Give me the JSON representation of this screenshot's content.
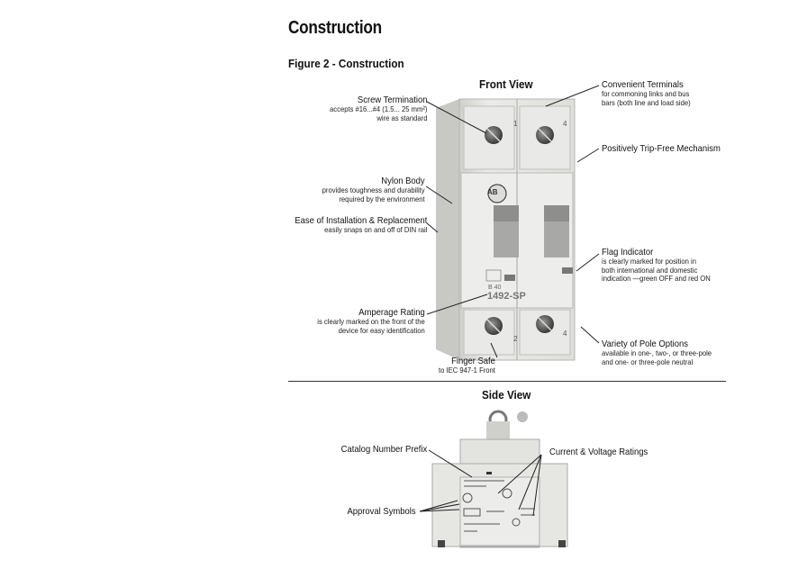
{
  "section_title": "Construction",
  "figure_title": "Figure 2 - Construction",
  "front_view": {
    "title": "Front View",
    "labels": {
      "screw_termination": {
        "title": "Screw Termination",
        "desc": [
          "accepts #16...#4 (1.5... 25 mm²)",
          "wire as standard"
        ]
      },
      "nylon_body": {
        "title": "Nylon Body",
        "desc": [
          "provides toughness and durability",
          "required by the environment"
        ]
      },
      "ease_install": {
        "title": "Ease of Installation & Replacement",
        "desc": [
          "easily snaps on and off of DIN rail"
        ]
      },
      "amperage_rating": {
        "title": "Amperage Rating",
        "desc": [
          "is clearly marked on the front of the",
          "device for easy identification"
        ]
      },
      "finger_safe": {
        "title": "Finger Safe",
        "desc": [
          "to IEC 947-1 Front"
        ]
      },
      "convenient_terminals": {
        "title": "Convenient Terminals",
        "desc": [
          "for commoning links and bus",
          "bars (both line and load side)"
        ]
      },
      "trip_free": {
        "title": "Positively Trip-Free Mechanism",
        "desc": []
      },
      "flag_indicator": {
        "title": "Flag Indicator",
        "desc": [
          "is clearly marked for position in",
          "both international and domestic",
          "indication —green OFF and red ON"
        ]
      },
      "pole_options": {
        "title": "Variety of Pole Options",
        "desc": [
          "available in one-, two-, or three-pole",
          "and one- or three-pole neutral"
        ]
      }
    },
    "device_text": {
      "top_left_num": "1",
      "top_right_num": "4",
      "bottom_left_num": "2",
      "bottom_right_num": "4",
      "model": "1492-SP",
      "rating": "B 40",
      "logo": "AB"
    }
  },
  "side_view": {
    "title": "Side View",
    "labels": {
      "catalog_prefix": "Catalog Number Prefix",
      "current_voltage": "Current & Voltage Ratings",
      "approval_symbols": "Approval Symbols"
    }
  },
  "colors": {
    "device_body": "#e4e4e2",
    "device_shadow": "#c9c9c6",
    "line": "#222222"
  }
}
